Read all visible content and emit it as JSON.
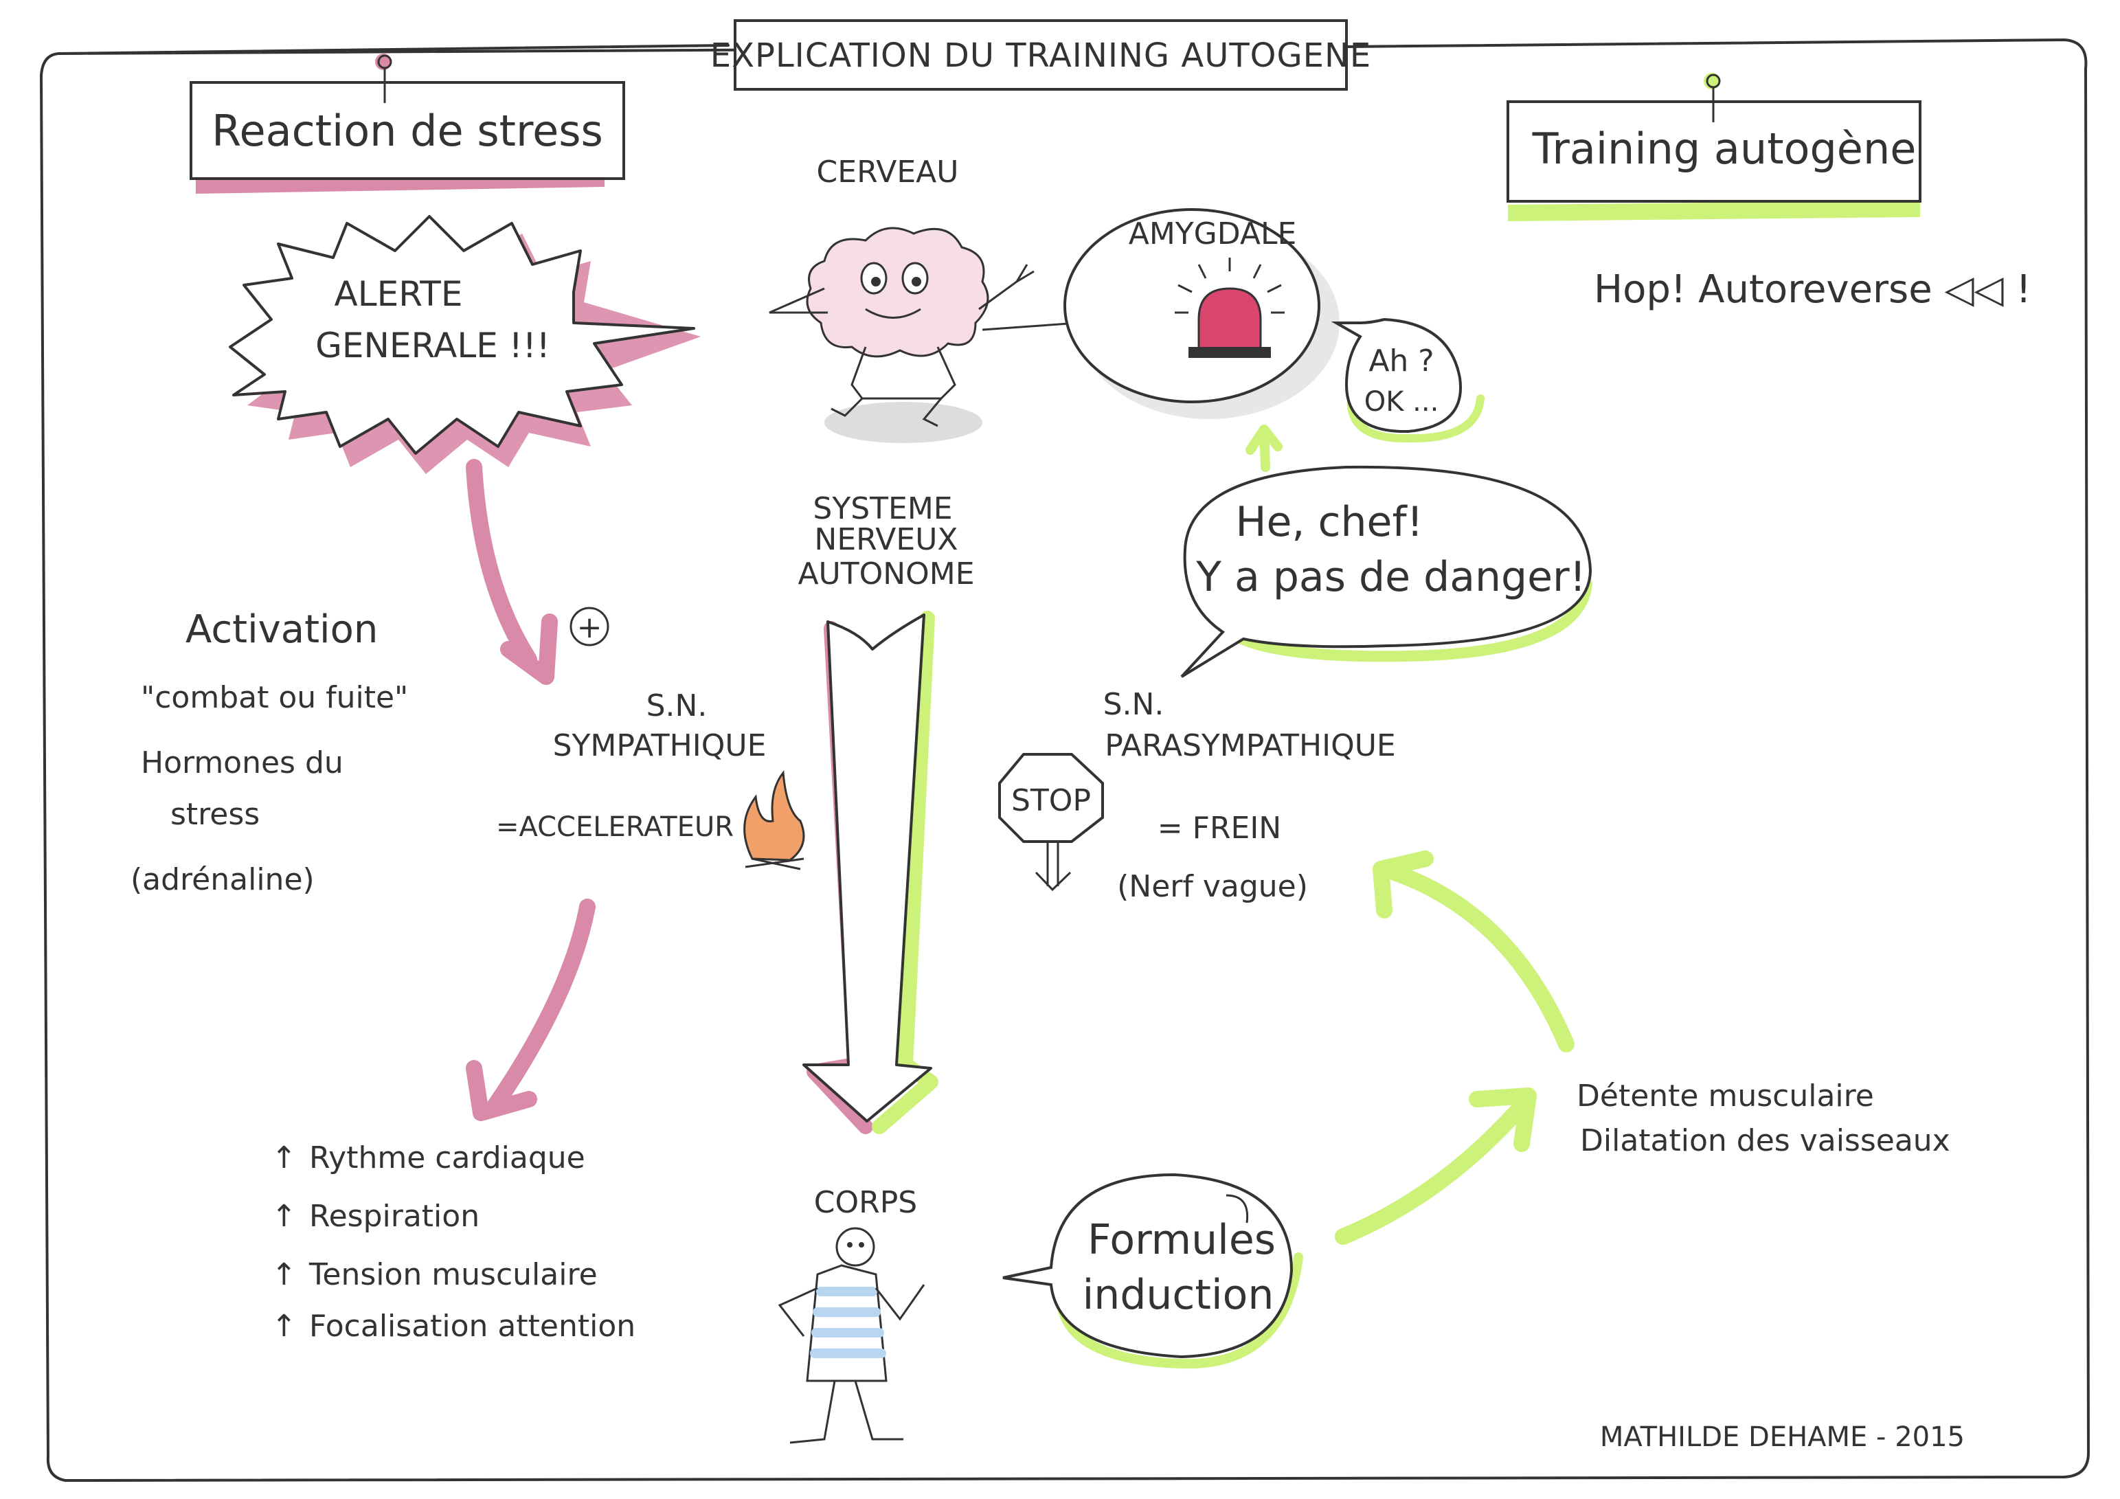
{
  "title": "EXPLICATION DU TRAINING AUTOGENE",
  "left_header": "Reaction de stress",
  "right_header": "Training autogène",
  "alert": {
    "line1": "ALERTE",
    "line2": "GENERALE !!!"
  },
  "brain": {
    "label": "CERVEAU",
    "amygdala": "AMYGDALE"
  },
  "ok_bubble": {
    "line1": "Ah ?",
    "line2": "OK ..."
  },
  "autoreverse": "Hop! Autoreverse ◁◁ !",
  "chef_bubble": {
    "line1": "He, chef!",
    "line2": "Y a pas de danger!"
  },
  "ans": {
    "line1": "SYSTEME",
    "line2": "NERVEUX",
    "line3": "AUTONOME"
  },
  "activation": {
    "line1": "Activation",
    "line2": "\"combat ou fuite\"",
    "line3": "Hormones du",
    "line4": "stress",
    "line5": "(adrénaline)"
  },
  "plus_sign": "+",
  "sympathetic": {
    "line1": "S.N.",
    "line2": "SYMPATHIQUE",
    "line3": "=ACCELERATEUR"
  },
  "parasympathetic": {
    "line1": "S.N.",
    "line2": "PARASYMPATHIQUE",
    "line3": "= FREIN",
    "line4": "(Nerf vague)"
  },
  "stop_sign": "STOP",
  "effects": [
    {
      "arrow": "↑",
      "text": "Rythme cardiaque"
    },
    {
      "arrow": "↑",
      "text": "Respiration"
    },
    {
      "arrow": "↑",
      "text": "Tension musculaire"
    },
    {
      "arrow": "↑",
      "text": "Focalisation attention"
    }
  ],
  "body_label": "CORPS",
  "formulas_bubble": {
    "line1": "Formules",
    "line2": "induction"
  },
  "relaxation": {
    "line1": "Détente musculaire",
    "line2": "Dilatation des vaisseaux"
  },
  "signature": "MATHILDE DEHAME - 2015",
  "colors": {
    "ink": "#333333",
    "stress_pink": "#d98aa8",
    "calm_green": "#ccf27a",
    "flame_orange": "#f2a06a",
    "stripe_blue": "#b8d6f2",
    "brain_pink": "#f6dde8",
    "siren_red": "#d9476e",
    "shadow_grey": "#dddddd"
  }
}
